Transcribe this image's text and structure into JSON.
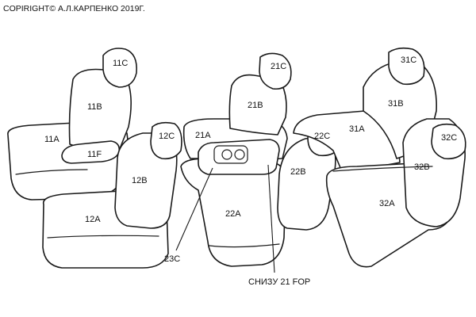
{
  "copyright": "COPIRIGHT© А.Л.КАРПЕНКО 2019Г.",
  "labels": {
    "l11C": "11C",
    "l11B": "11B",
    "l11A": "11A",
    "l11F": "11F",
    "l12C": "12C",
    "l12B": "12B",
    "l12A": "12A",
    "l21C": "21C",
    "l21B": "21B",
    "l21A": "21A",
    "l22C": "22C",
    "l22B": "22B",
    "l22A": "22A",
    "l23C": "23C",
    "l31C": "31C",
    "l31B": "31B",
    "l31A": "31A",
    "l32C": "32C",
    "l32B": "32B",
    "l32A": "32A",
    "underside": "СНИЗУ 21 FOP"
  }
}
